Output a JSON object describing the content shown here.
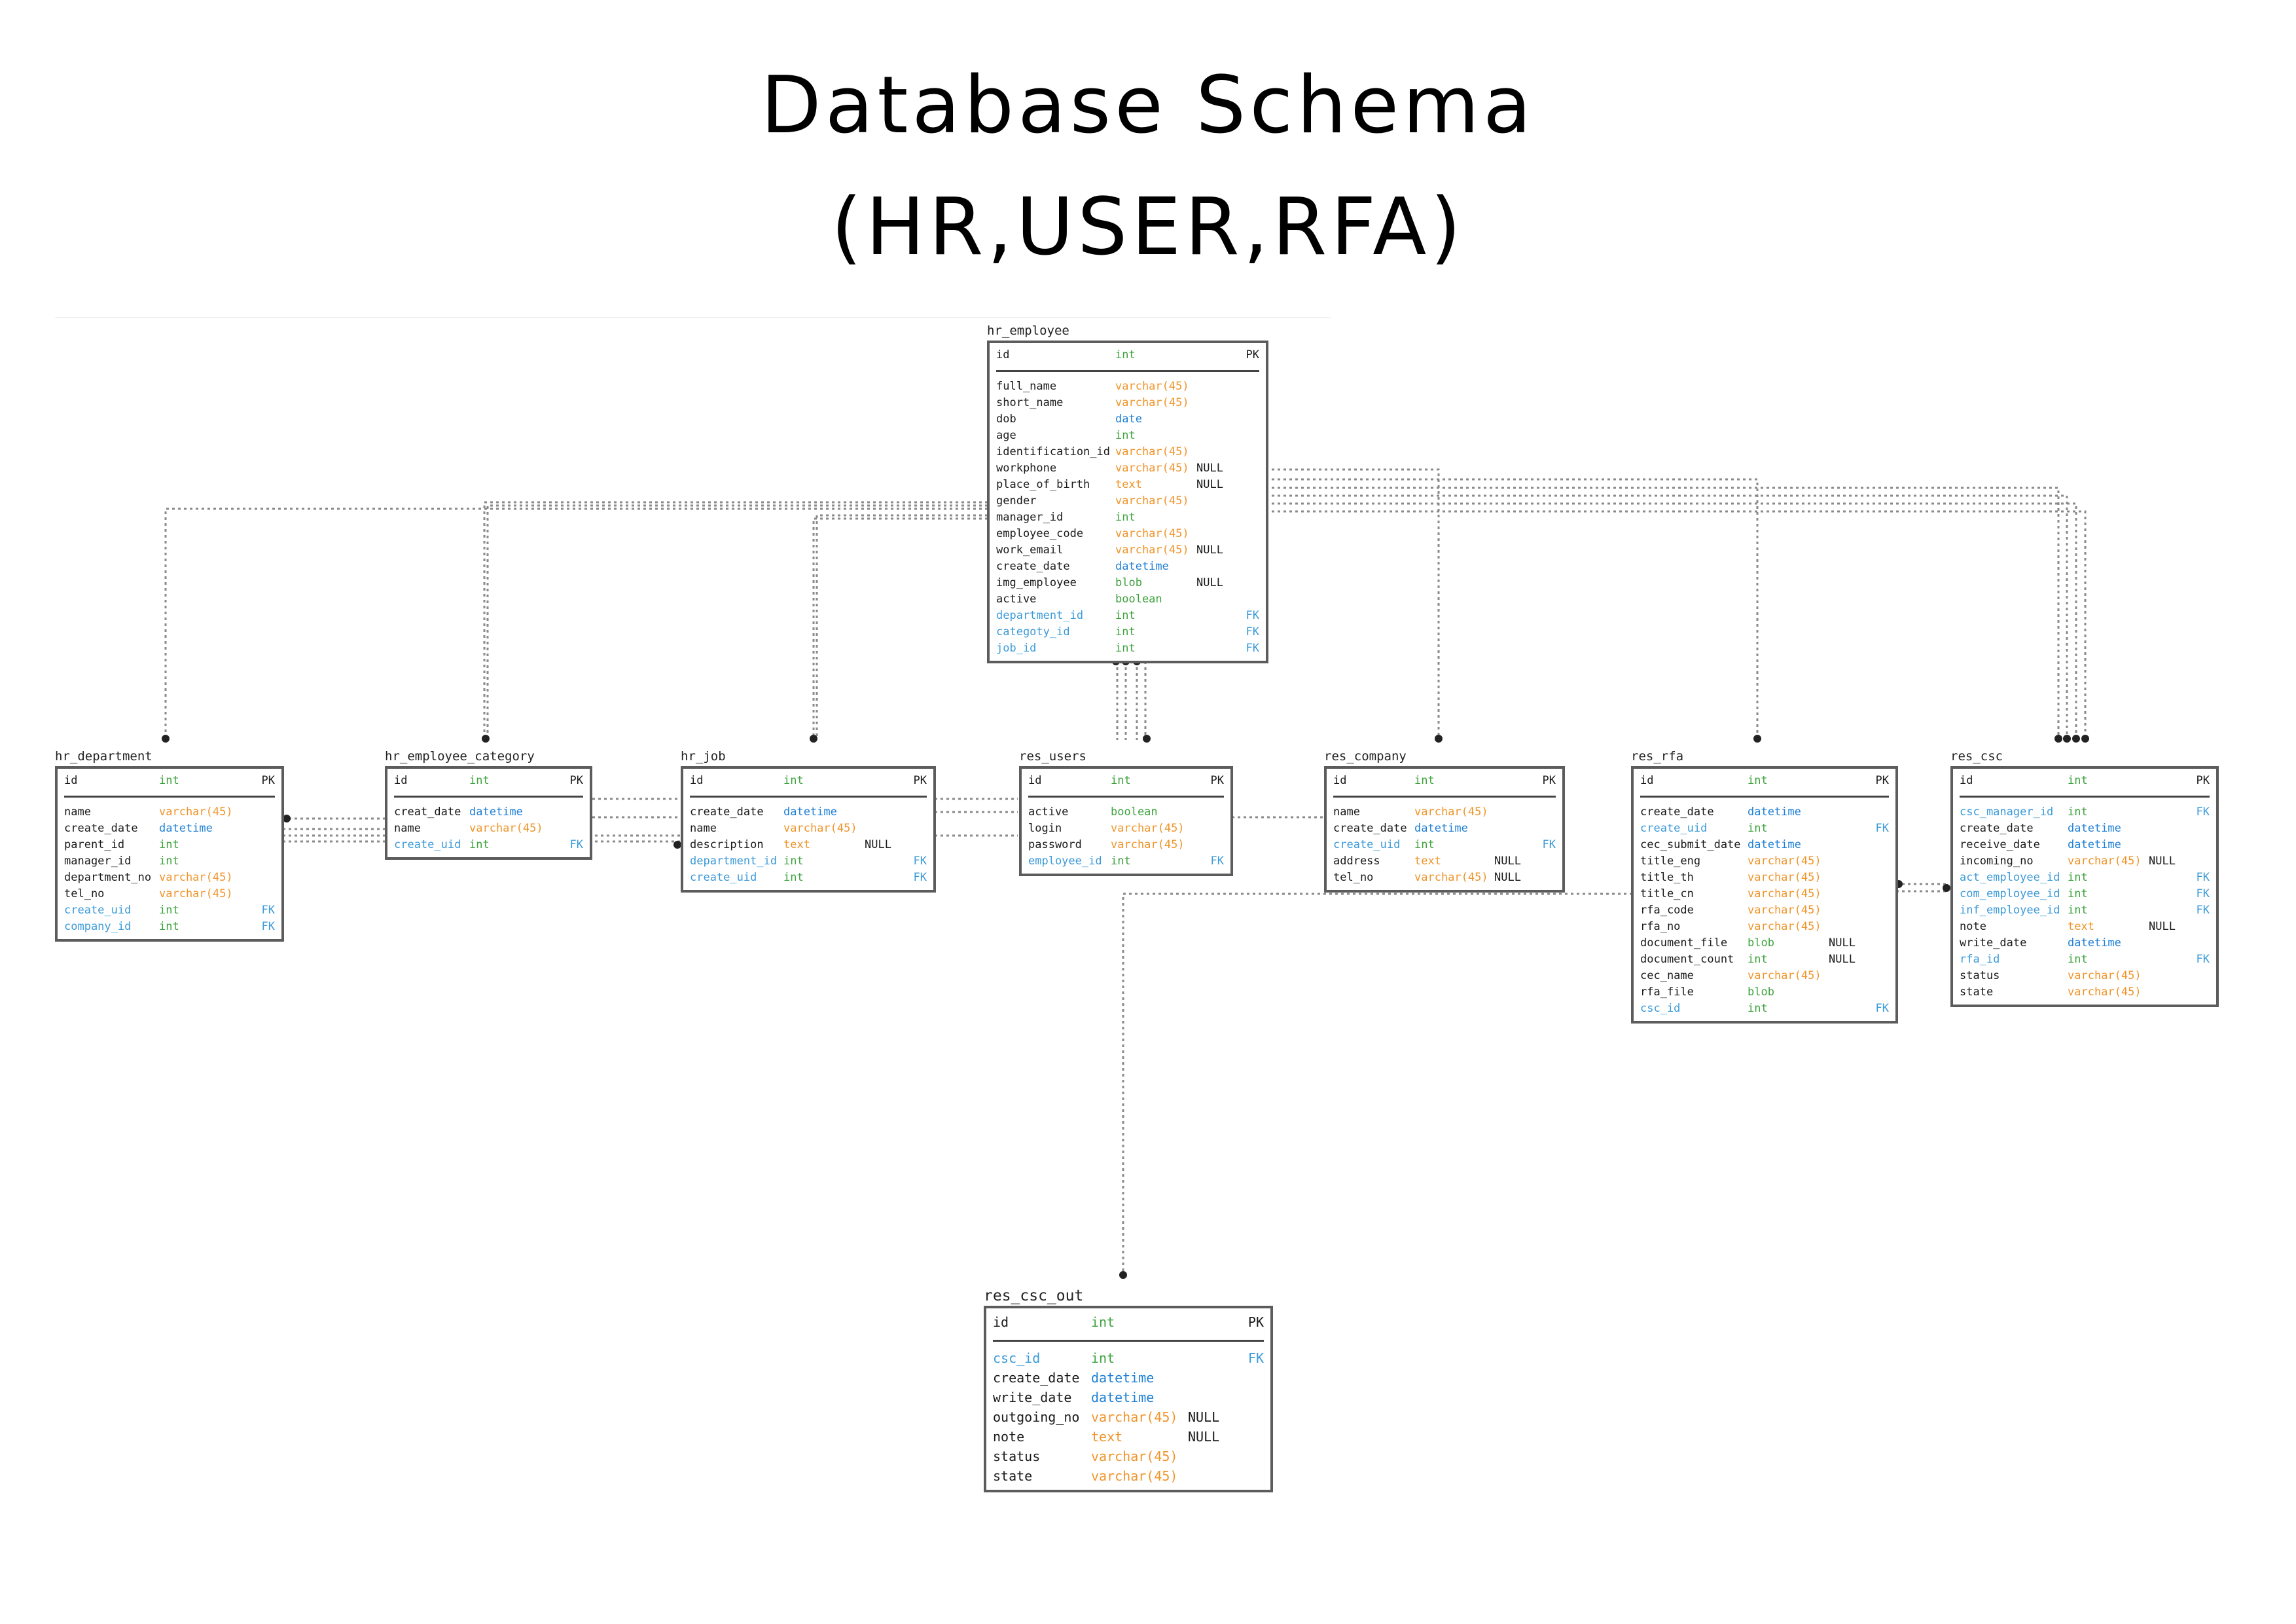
{
  "title": {
    "line1": "Database Schema",
    "line2": "(HR,USER,RFA)"
  },
  "colors": {
    "int": "#3ea33e",
    "varchar": "#f0942a",
    "datetime": "#1f80d6",
    "key_column": "#3b9ad9",
    "border": "#5c5c5c",
    "connector": "#8a8a8a"
  },
  "tables": {
    "hr_employee": {
      "name": "hr_employee",
      "columns": [
        {
          "name": "id",
          "type": "int",
          "flag": "PK"
        },
        {
          "name": "full_name",
          "type": "varchar(45)"
        },
        {
          "name": "short_name",
          "type": "varchar(45)"
        },
        {
          "name": "dob",
          "type": "date"
        },
        {
          "name": "age",
          "type": "int"
        },
        {
          "name": "identification_id",
          "type": "varchar(45)"
        },
        {
          "name": "workphone",
          "type": "varchar(45)",
          "null": "NULL"
        },
        {
          "name": "place_of_birth",
          "type": "text",
          "null": "NULL"
        },
        {
          "name": "gender",
          "type": "varchar(45)"
        },
        {
          "name": "manager_id",
          "type": "int"
        },
        {
          "name": "employee_code",
          "type": "varchar(45)"
        },
        {
          "name": "work_email",
          "type": "varchar(45)",
          "null": "NULL"
        },
        {
          "name": "create_date",
          "type": "datetime"
        },
        {
          "name": "img_employee",
          "type": "blob",
          "null": "NULL"
        },
        {
          "name": "active",
          "type": "boolean"
        },
        {
          "name": "department_id",
          "type": "int",
          "flag": "FK"
        },
        {
          "name": "categoty_id",
          "type": "int",
          "flag": "FK"
        },
        {
          "name": "job_id",
          "type": "int",
          "flag": "FK"
        }
      ]
    },
    "hr_department": {
      "name": "hr_department",
      "columns": [
        {
          "name": "id",
          "type": "int",
          "flag": "PK"
        },
        {
          "name": "name",
          "type": "varchar(45)"
        },
        {
          "name": "create_date",
          "type": "datetime"
        },
        {
          "name": "parent_id",
          "type": "int"
        },
        {
          "name": "manager_id",
          "type": "int"
        },
        {
          "name": "department_no",
          "type": "varchar(45)"
        },
        {
          "name": "tel_no",
          "type": "varchar(45)"
        },
        {
          "name": "create_uid",
          "type": "int",
          "flag": "FK"
        },
        {
          "name": "company_id",
          "type": "int",
          "flag": "FK"
        }
      ]
    },
    "hr_employee_category": {
      "name": "hr_employee_category",
      "columns": [
        {
          "name": "id",
          "type": "int",
          "flag": "PK"
        },
        {
          "name": "creat_date",
          "type": "datetime"
        },
        {
          "name": "name",
          "type": "varchar(45)"
        },
        {
          "name": "create_uid",
          "type": "int",
          "flag": "FK"
        }
      ]
    },
    "hr_job": {
      "name": "hr_job",
      "columns": [
        {
          "name": "id",
          "type": "int",
          "flag": "PK"
        },
        {
          "name": "create_date",
          "type": "datetime"
        },
        {
          "name": "name",
          "type": "varchar(45)"
        },
        {
          "name": "description",
          "type": "text",
          "null": "NULL"
        },
        {
          "name": "department_id",
          "type": "int",
          "flag": "FK"
        },
        {
          "name": "create_uid",
          "type": "int",
          "flag": "FK"
        }
      ]
    },
    "res_users": {
      "name": "res_users",
      "columns": [
        {
          "name": "id",
          "type": "int",
          "flag": "PK"
        },
        {
          "name": "active",
          "type": "boolean"
        },
        {
          "name": "login",
          "type": "varchar(45)"
        },
        {
          "name": "password",
          "type": "varchar(45)"
        },
        {
          "name": "employee_id",
          "type": "int",
          "flag": "FK"
        }
      ]
    },
    "res_company": {
      "name": "res_company",
      "columns": [
        {
          "name": "id",
          "type": "int",
          "flag": "PK"
        },
        {
          "name": "name",
          "type": "varchar(45)"
        },
        {
          "name": "create_date",
          "type": "datetime"
        },
        {
          "name": "create_uid",
          "type": "int",
          "flag": "FK"
        },
        {
          "name": "address",
          "type": "text",
          "null": "NULL"
        },
        {
          "name": "tel_no",
          "type": "varchar(45)",
          "null": "NULL"
        }
      ]
    },
    "res_rfa": {
      "name": "res_rfa",
      "columns": [
        {
          "name": "id",
          "type": "int",
          "flag": "PK"
        },
        {
          "name": "create_date",
          "type": "datetime"
        },
        {
          "name": "create_uid",
          "type": "int",
          "flag": "FK"
        },
        {
          "name": "cec_submit_date",
          "type": "datetime"
        },
        {
          "name": "title_eng",
          "type": "varchar(45)"
        },
        {
          "name": "title_th",
          "type": "varchar(45)"
        },
        {
          "name": "title_cn",
          "type": "varchar(45)"
        },
        {
          "name": "rfa_code",
          "type": "varchar(45)"
        },
        {
          "name": "rfa_no",
          "type": "varchar(45)"
        },
        {
          "name": "document_file",
          "type": "blob",
          "null": "NULL"
        },
        {
          "name": "document_count",
          "type": "int",
          "null": "NULL"
        },
        {
          "name": "cec_name",
          "type": "varchar(45)"
        },
        {
          "name": "rfa_file",
          "type": "blob"
        },
        {
          "name": "csc_id",
          "type": "int",
          "flag": "FK"
        }
      ]
    },
    "res_csc": {
      "name": "res_csc",
      "columns": [
        {
          "name": "id",
          "type": "int",
          "flag": "PK"
        },
        {
          "name": "csc_manager_id",
          "type": "int",
          "flag": "FK"
        },
        {
          "name": "create_date",
          "type": "datetime"
        },
        {
          "name": "receive_date",
          "type": "datetime"
        },
        {
          "name": "incoming_no",
          "type": "varchar(45)",
          "null": "NULL"
        },
        {
          "name": "act_employee_id",
          "type": "int",
          "flag": "FK"
        },
        {
          "name": "com_employee_id",
          "type": "int",
          "flag": "FK"
        },
        {
          "name": "inf_employee_id",
          "type": "int",
          "flag": "FK"
        },
        {
          "name": "note",
          "type": "text",
          "null": "NULL"
        },
        {
          "name": "write_date",
          "type": "datetime"
        },
        {
          "name": "rfa_id",
          "type": "int",
          "flag": "FK"
        },
        {
          "name": "status",
          "type": "varchar(45)"
        },
        {
          "name": "state",
          "type": "varchar(45)"
        }
      ]
    },
    "res_csc_out": {
      "name": "res_csc_out",
      "columns": [
        {
          "name": "id",
          "type": "int",
          "flag": "PK"
        },
        {
          "name": "csc_id",
          "type": "int",
          "flag": "FK"
        },
        {
          "name": "create_date",
          "type": "datetime"
        },
        {
          "name": "write_date",
          "type": "datetime"
        },
        {
          "name": "outgoing_no",
          "type": "varchar(45)",
          "null": "NULL"
        },
        {
          "name": "note",
          "type": "text",
          "null": "NULL"
        },
        {
          "name": "status",
          "type": "varchar(45)"
        },
        {
          "name": "state",
          "type": "varchar(45)"
        }
      ]
    }
  }
}
